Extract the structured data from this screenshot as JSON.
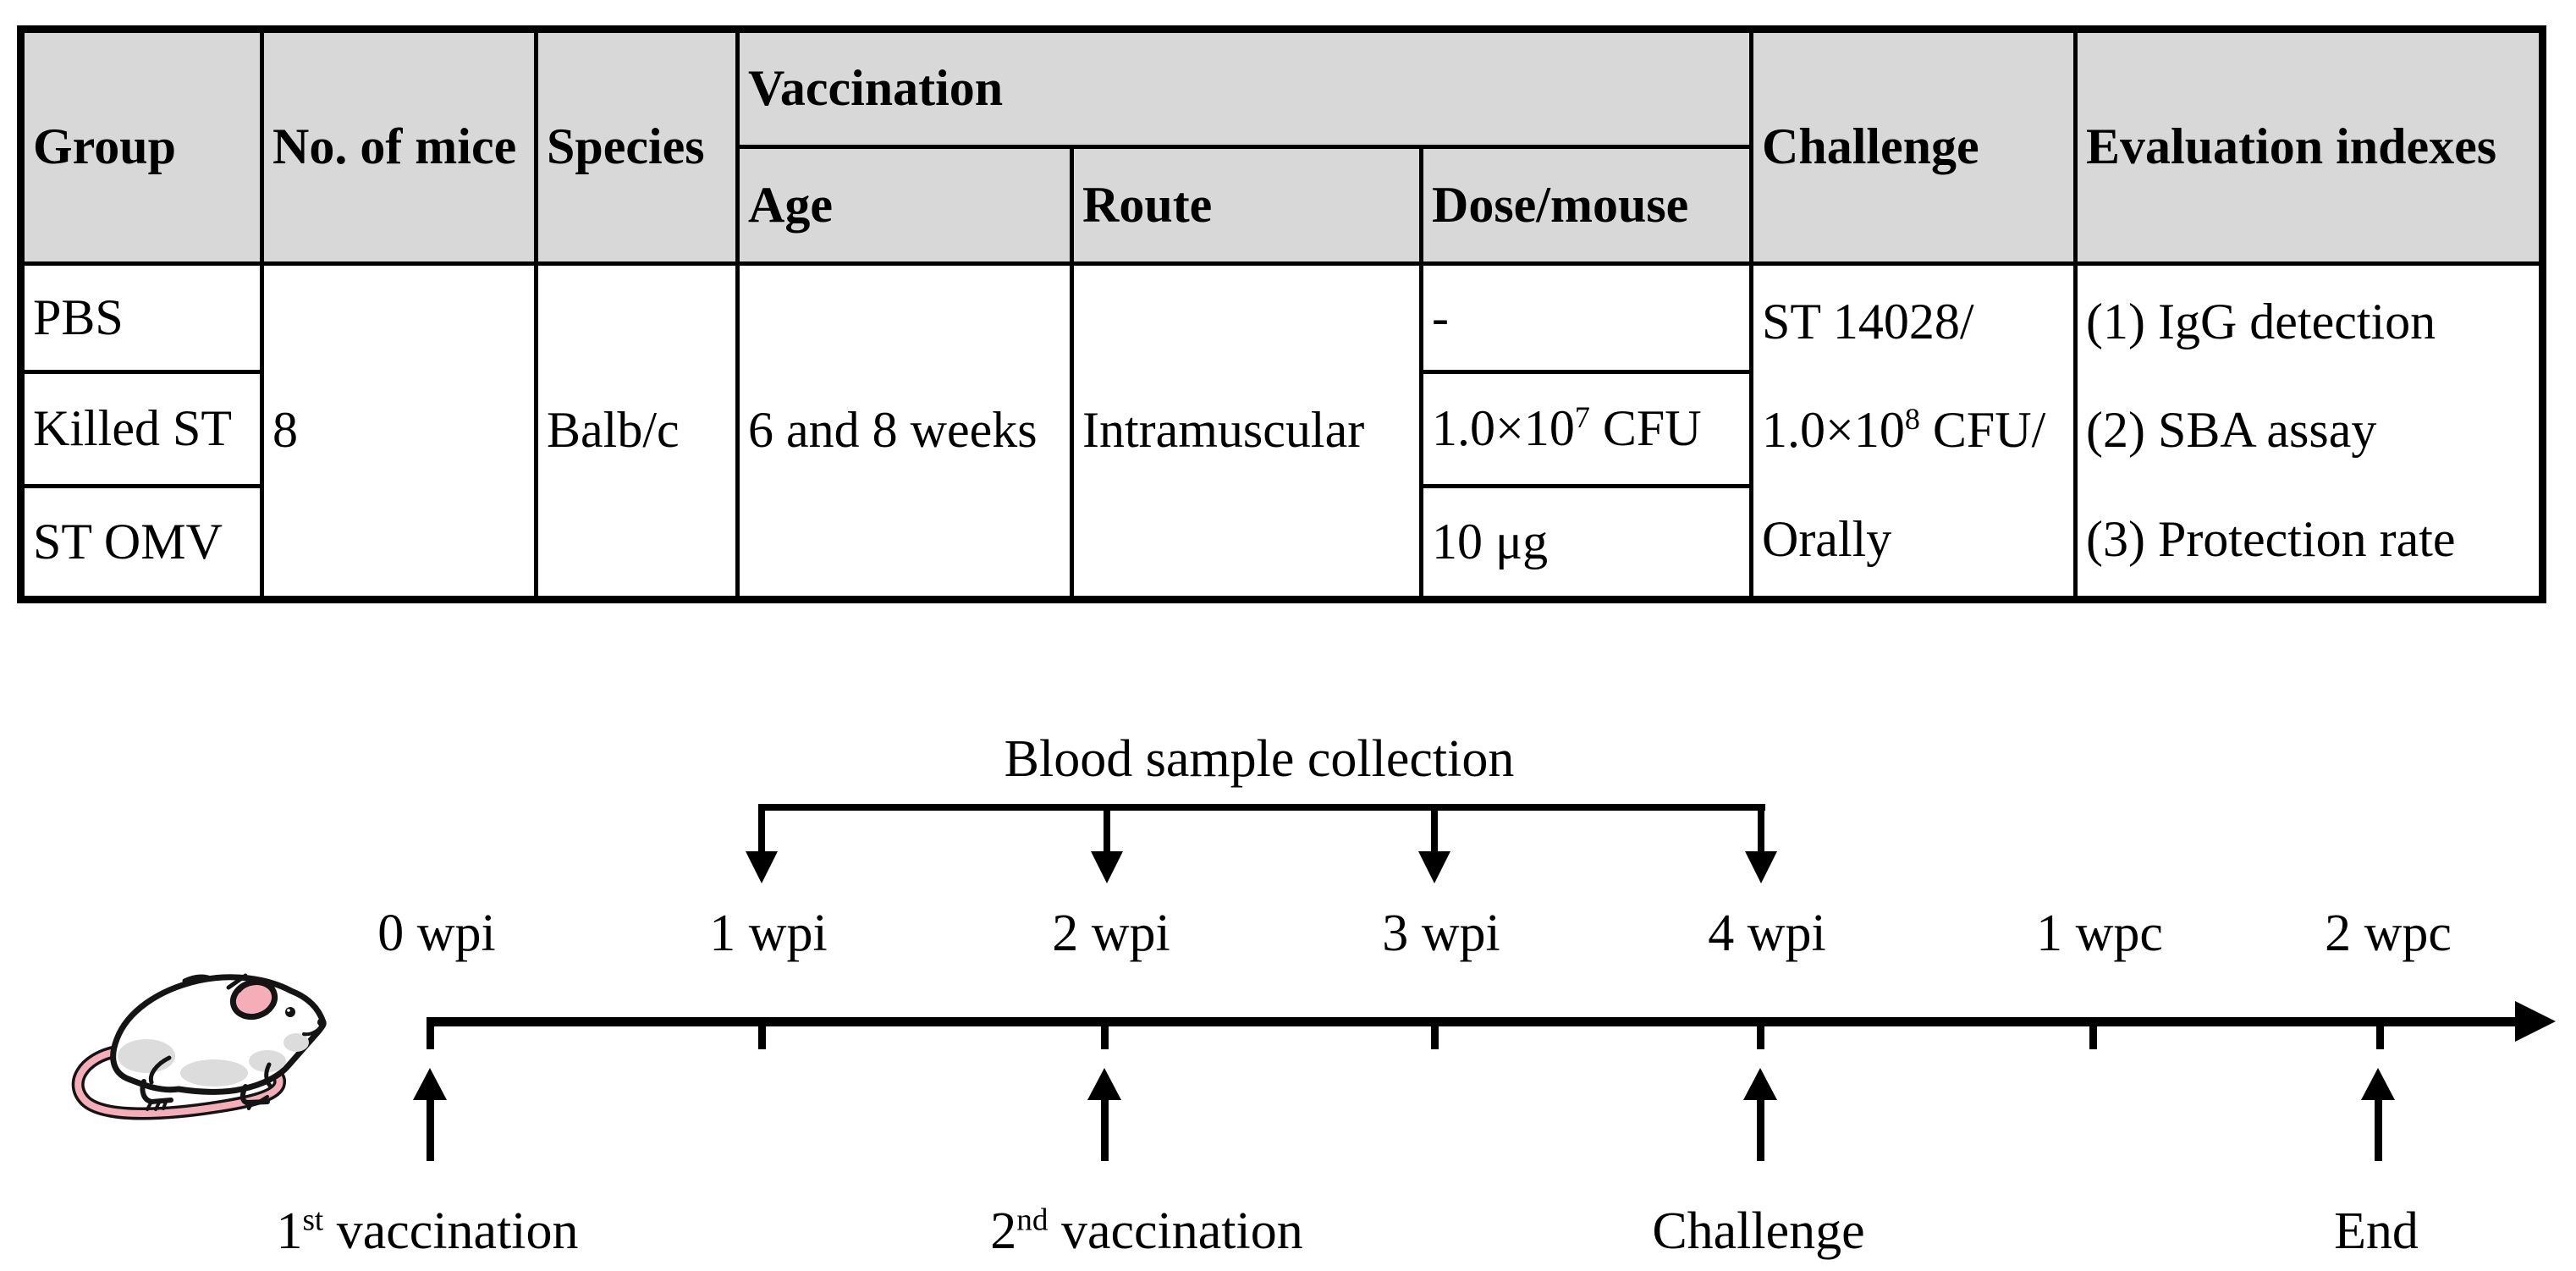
{
  "colors": {
    "header_bg": "#d8d8d8",
    "line_black": "#000000",
    "mouse_pink": "#f5aeb8",
    "mouse_shade": "#dcdcdc"
  },
  "table": {
    "headers": {
      "group": "Group",
      "no_of_mice": "No. of mice",
      "species": "Species",
      "vaccination": "Vaccination",
      "age": "Age",
      "route": "Route",
      "dose_mouse": "Dose/mouse",
      "challenge": "Challenge",
      "evaluation": "Evaluation indexes"
    },
    "groups": [
      "PBS",
      "Killed ST",
      "ST OMV"
    ],
    "no_of_mice": "8",
    "species": "Balb/c",
    "age": "6 and 8 weeks",
    "route": "Intramuscular",
    "dose": {
      "pbs": "-",
      "killed_base": "1.0×10",
      "killed_sup": "7",
      "killed_unit": " CFU",
      "omv": "10 μg"
    },
    "challenge": {
      "line1": "ST 14028/",
      "line2_base": "1.0×10",
      "line2_sup": "8",
      "line2_unit": " CFU/",
      "line3": "Orally"
    },
    "evaluation": [
      "(1) IgG detection",
      "(2) SBA assay",
      "(3) Protection rate"
    ]
  },
  "timeline": {
    "blood_label": "Blood sample collection",
    "ticks": [
      "0 wpi",
      "1 wpi",
      "2 wpi",
      "3 wpi",
      "4 wpi",
      "1 wpc",
      "2 wpc"
    ],
    "events": {
      "first_num": "1",
      "first_sup": "st",
      "first_rest": " vaccination",
      "second_num": "2",
      "second_sup": "nd",
      "second_rest": " vaccination",
      "challenge": "Challenge",
      "end": "End"
    }
  }
}
